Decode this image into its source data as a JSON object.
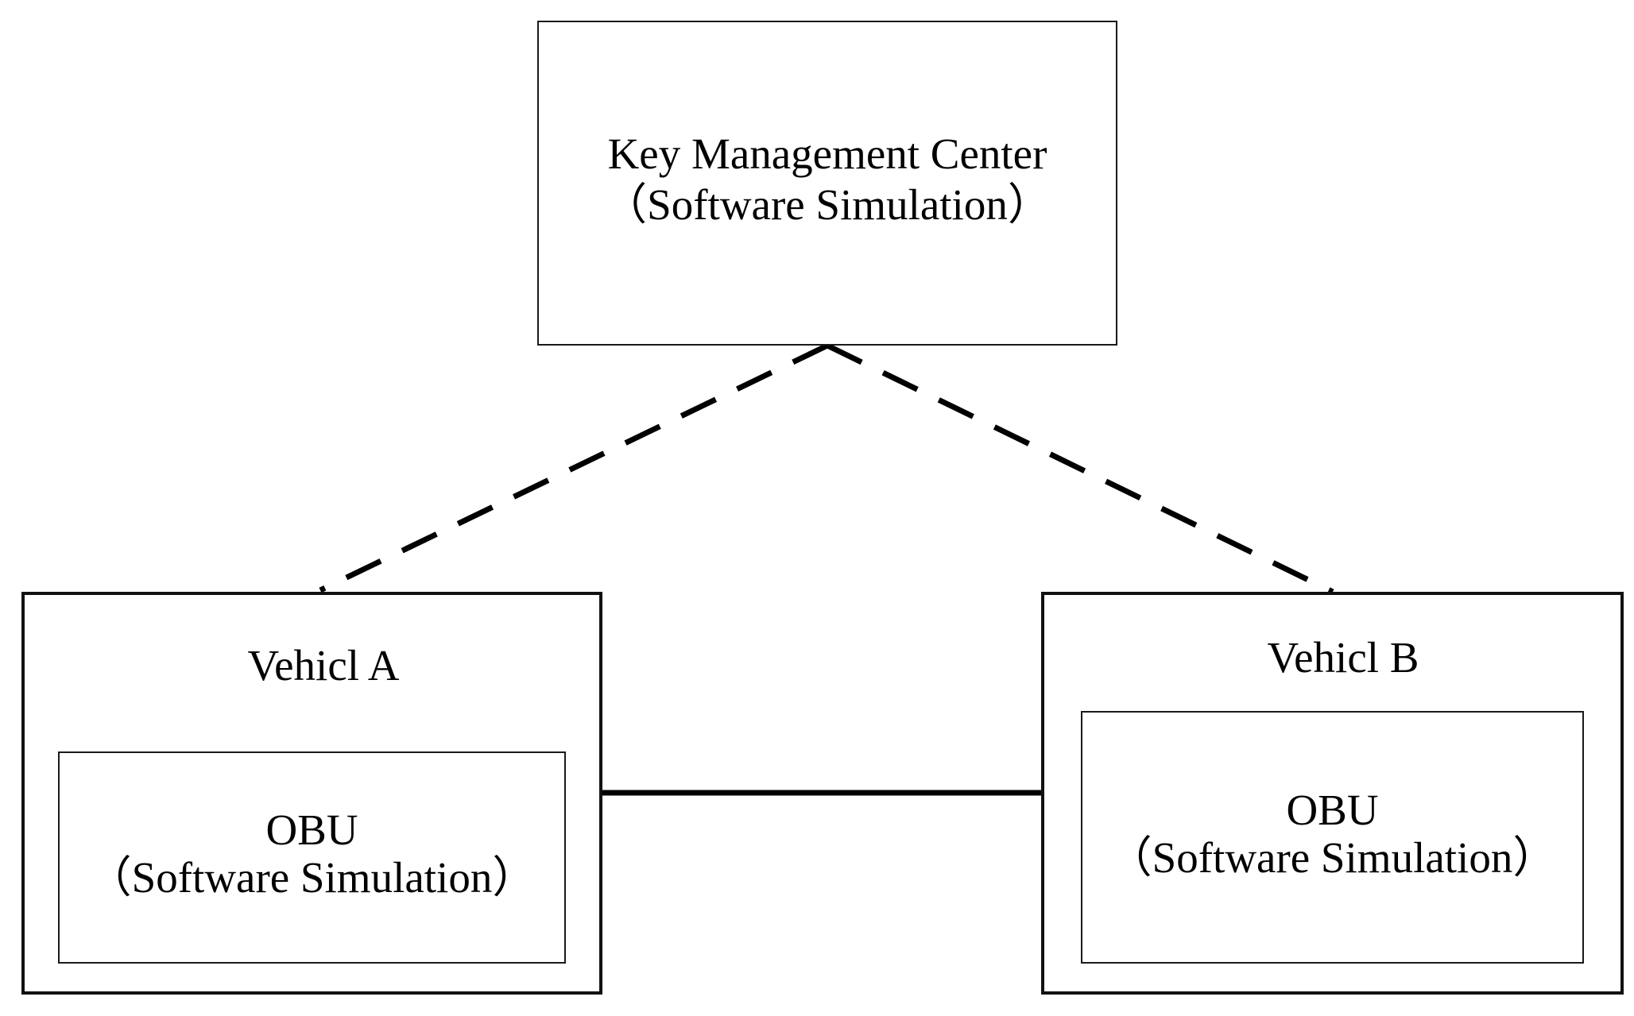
{
  "key_management_center": {
    "title": "Key Management Center",
    "subtitle": "（Software Simulation）"
  },
  "vehicle_a": {
    "title": "Vehicl A",
    "obu": {
      "title": "OBU",
      "subtitle": "（Software Simulation）"
    }
  },
  "vehicle_b": {
    "title": "Vehicl B",
    "obu": {
      "title": "OBU",
      "subtitle": "（Software Simulation）"
    }
  },
  "connections": [
    {
      "from": "key_management_center",
      "to": "vehicle_a",
      "style": "dashed"
    },
    {
      "from": "key_management_center",
      "to": "vehicle_b",
      "style": "dashed"
    },
    {
      "from": "vehicle_a",
      "to": "vehicle_b",
      "style": "solid"
    }
  ]
}
